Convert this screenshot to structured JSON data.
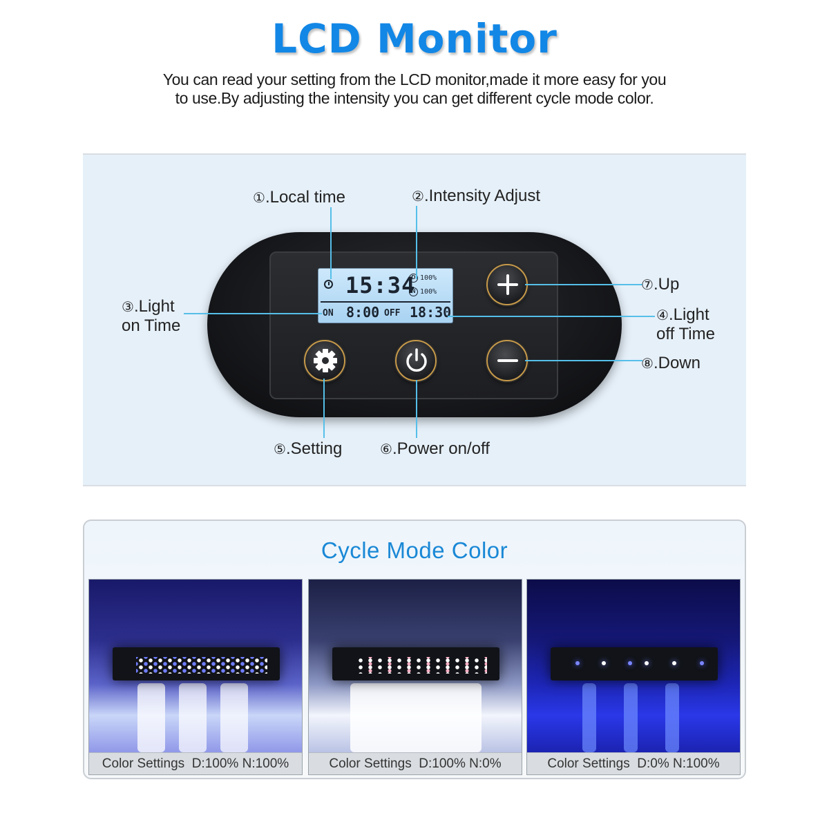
{
  "header": {
    "title": "LCD Monitor",
    "description": "You can read your setting from the LCD monitor,made it more easy for you to use.By adjusting the intensity you can get different cycle mode color."
  },
  "controller": {
    "callouts": {
      "local_time": {
        "num": "①",
        "label": ".Local time"
      },
      "intensity": {
        "num": "②",
        "label": ".Intensity Adjust"
      },
      "light_on_line1": {
        "num": "③",
        "label": ".Light"
      },
      "light_on_line2": "on Time",
      "light_off_line1": {
        "num": "④",
        "label": ".Light"
      },
      "light_off_line2": "off Time",
      "setting": {
        "num": "⑤",
        "label": ".Setting"
      },
      "power": {
        "num": "⑥",
        "label": ".Power on/off"
      },
      "up": {
        "num": "⑦",
        "label": ".Up"
      },
      "down": {
        "num": "⑧",
        "label": ".Down"
      }
    },
    "lcd": {
      "time": "15:34",
      "day_mark": "D",
      "night_mark": "N",
      "day_pct": "100%",
      "night_pct": "100%",
      "on_label": "ON",
      "on_time": "8:00",
      "off_label": "OFF",
      "off_time": "18:30"
    },
    "icons": {
      "up": "plus-icon",
      "down": "minus-icon",
      "setting": "gear-icon",
      "power": "power-icon",
      "clock": "clock-icon"
    },
    "accent_line_color": "#55bfe9"
  },
  "cycle": {
    "title": "Cycle Mode Color",
    "photos": [
      {
        "label": "Color Settings",
        "day": "D:100%",
        "night": "N:100%"
      },
      {
        "label": "Color Settings",
        "day": "D:100%",
        "night": "N:0%"
      },
      {
        "label": "Color Settings",
        "day": "D:0%",
        "night": "N:100%"
      }
    ]
  },
  "colors": {
    "title_blue": "#1287e6",
    "cycle_title_blue": "#1a88d6",
    "panel_bg": "#e6f0f9"
  }
}
